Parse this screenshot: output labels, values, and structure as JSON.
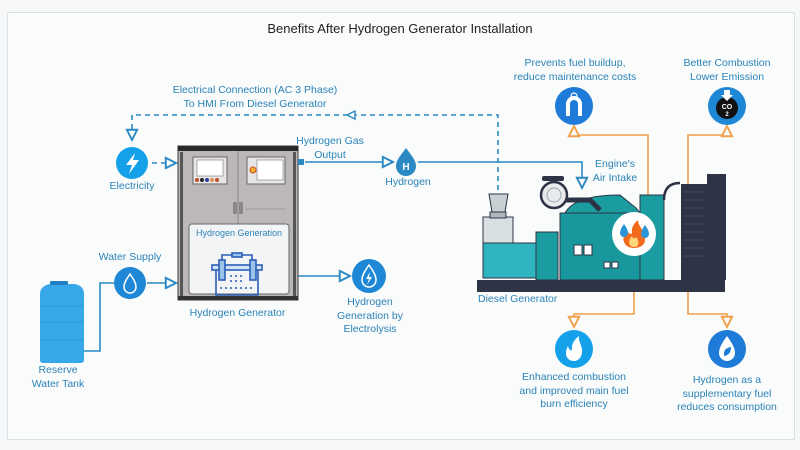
{
  "title": "Benefits After Hydrogen Generator Installation",
  "labels": {
    "electrical_connection_1": "Electrical Connection (AC 3 Phase)",
    "electrical_connection_2": "To HMI From Diesel Generator",
    "electricity": "Electricity",
    "hydrogen_gas_output_1": "Hydrogen Gas",
    "hydrogen_gas_output_2": "Output",
    "hydrogen": "Hydrogen",
    "engine_air_intake_1": "Engine's",
    "engine_air_intake_2": "Air Intake",
    "hydrogen_generation_panel": "Hydrogen Generation",
    "hydrogen_generator": "Hydrogen Generator",
    "water_supply": "Water Supply",
    "reserve_tank_1": "Reserve",
    "reserve_tank_2": "Water Tank",
    "electrolysis_1": "Hydrogen",
    "electrolysis_2": "Generation by",
    "electrolysis_3": "Electrolysis",
    "diesel_generator": "Diesel Generator",
    "prevents_1": "Prevents fuel buildup,",
    "prevents_2": "reduce maintenance costs",
    "better_1": "Better Combustion",
    "better_2": "Lower Emission",
    "enhanced_1": "Enhanced combustion",
    "enhanced_2": "and improved main fuel",
    "enhanced_3": "burn efficiency",
    "supplementary_1": "Hydrogen as a",
    "supplementary_2": "supplementary fuel",
    "supplementary_3": "reduces consumption",
    "h_symbol": "H",
    "co2_symbol": "CO",
    "co2_sub": "2"
  },
  "icons": {
    "electricity": "lightning-bolt-icon",
    "hydrogen": "hydrogen-drop-icon",
    "water_supply": "water-drop-icon",
    "electrolysis": "drop-with-bolt-icon",
    "prevents": "maintenance-magnet-icon",
    "better": "co2-cloud-icon",
    "enhanced": "flame-icon",
    "supplementary": "leaf-drop-icon"
  },
  "colors": {
    "accent_blue": "#1e88d6",
    "flow_line": "#2b8ac4",
    "benefit_line": "#f0a04b",
    "label_text": "#2a83b8",
    "generator_teal": "#1a9ca0",
    "dark_navy": "#2e3446"
  }
}
